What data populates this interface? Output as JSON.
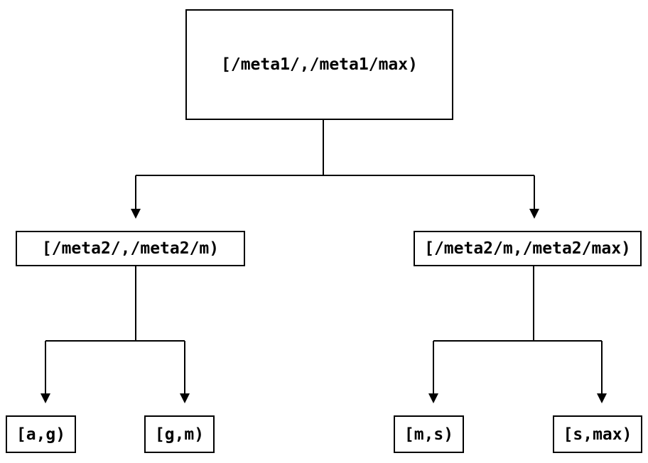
{
  "diagram": {
    "type": "tree",
    "colors": {
      "line": "#000000",
      "background": "#ffffff",
      "text": "#000000"
    },
    "nodes": {
      "root": {
        "label": "[/meta1/,/meta1/max)"
      },
      "left": {
        "label": "[/meta2/,/meta2/m)"
      },
      "right": {
        "label": "[/meta2/m,/meta2/max)"
      },
      "leaf1": {
        "label": "[a,g)"
      },
      "leaf2": {
        "label": "[g,m)"
      },
      "leaf3": {
        "label": "[m,s)"
      },
      "leaf4": {
        "label": "[s,max)"
      }
    },
    "edges": [
      {
        "from": "root",
        "to": "left"
      },
      {
        "from": "root",
        "to": "right"
      },
      {
        "from": "left",
        "to": "leaf1"
      },
      {
        "from": "left",
        "to": "leaf2"
      },
      {
        "from": "right",
        "to": "leaf3"
      },
      {
        "from": "right",
        "to": "leaf4"
      }
    ]
  }
}
